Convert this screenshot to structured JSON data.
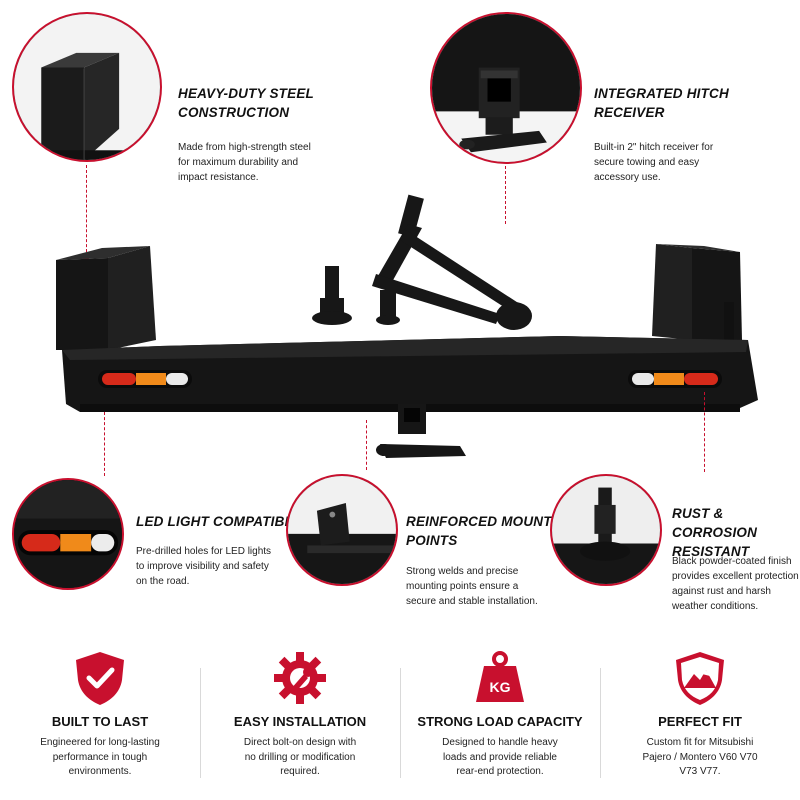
{
  "features": {
    "steel": {
      "title_line1": "HEAVY-DUTY STEEL",
      "title_line2": "CONSTRUCTION",
      "desc_line1": "Made from high-strength steel",
      "desc_line2": "for maximum durability and",
      "desc_line3": "impact resistance."
    },
    "hitch": {
      "title_line1": "INTEGRATED HITCH",
      "title_line2": "RECEIVER",
      "desc_line1": "Built-in 2\" hitch receiver for",
      "desc_line2": "secure towing and easy",
      "desc_line3": "accessory use."
    },
    "led": {
      "title": "LED LIGHT COMPATIBLE",
      "desc_line1": "Pre-drilled holes for LED lights",
      "desc_line2": "to improve visibility and safety",
      "desc_line3": "on the road."
    },
    "mounting": {
      "title_line1": "REINFORCED MOUNTING",
      "title_line2": "POINTS",
      "desc_line1": "Strong welds and precise",
      "desc_line2": "mounting points ensure a",
      "desc_line3": "secure and stable installation."
    },
    "rust": {
      "title_line1": "RUST & CORROSION",
      "title_line2": "RESISTANT",
      "desc_line1": "Black powder-coated finish",
      "desc_line2": "provides excellent protection",
      "desc_line3": "against rust and harsh",
      "desc_line4": "weather conditions."
    }
  },
  "badges": [
    {
      "icon": "shield-check-icon",
      "title": "BUILT TO LAST",
      "desc_line1": "Engineered for long-lasting",
      "desc_line2": "performance in tough",
      "desc_line3": "environments."
    },
    {
      "icon": "gear-wrench-icon",
      "title": "EASY INSTALLATION",
      "desc_line1": "Direct bolt-on design with",
      "desc_line2": "no drilling or modification",
      "desc_line3": "required."
    },
    {
      "icon": "weight-kg-icon",
      "icon_text": "KG",
      "title": "STRONG LOAD CAPACITY",
      "desc_line1": "Designed to handle heavy",
      "desc_line2": "loads and provide reliable",
      "desc_line3": "rear-end protection."
    },
    {
      "icon": "mountain-shield-icon",
      "title": "PERFECT FIT",
      "desc_line1": "Custom fit for Mitsubishi",
      "desc_line2": "Pajero / Montero V60 V70",
      "desc_line3": "V73 V77."
    }
  ],
  "colors": {
    "accent": "#c8102e",
    "product": "#141414",
    "divider": "#d9d9d9"
  }
}
